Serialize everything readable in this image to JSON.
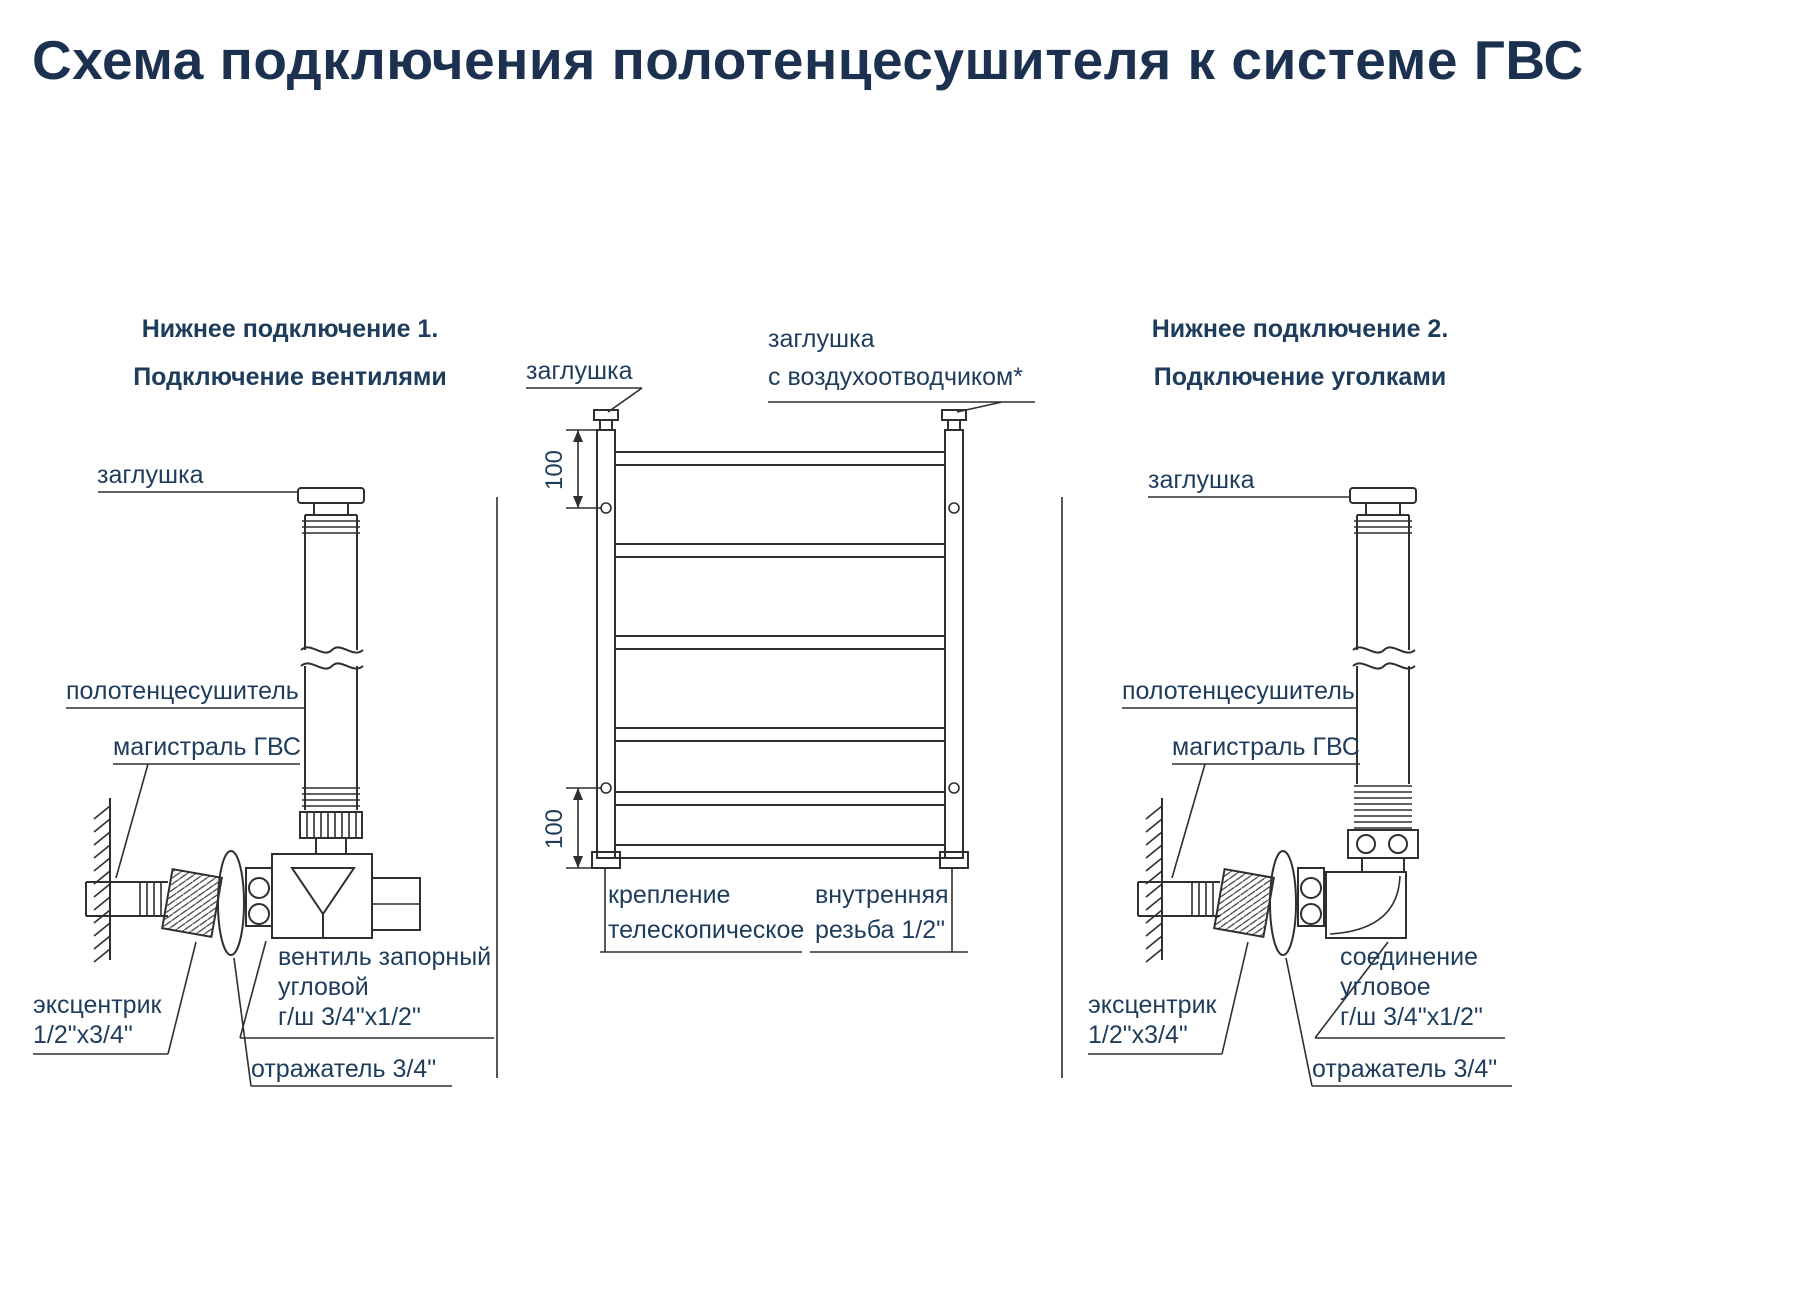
{
  "title": "Схема подключения полотенцесушителя к системе ГВС",
  "colors": {
    "title_text": "#1c3150",
    "label_text": "#1e3d5c",
    "line": "#2f2f2f"
  },
  "left_section": {
    "heading_line1": "Нижнее подключение 1.",
    "heading_line2": "Подключение вентилями",
    "label_plug": "заглушка",
    "label_towel_rail": "полотенцесушитель",
    "label_main": "магистраль ГВС",
    "label_eccentric_line1": "эксцентрик",
    "label_eccentric_line2": "1/2\"x3/4\"",
    "label_valve_line1": "вентиль запорный",
    "label_valve_line2": "угловой",
    "label_valve_line3": "г/ш 3/4\"x1/2\"",
    "label_reflector": "отражатель 3/4\""
  },
  "center_section": {
    "label_plug_left": "заглушка",
    "label_plug_right_line1": "заглушка",
    "label_plug_right_line2": "с воздухоотводчиком*",
    "dim_top": "100",
    "dim_bottom": "100",
    "label_mount_line1": "крепление",
    "label_mount_line2": "телескопическое",
    "label_thread_line1": "внутренняя",
    "label_thread_line2": "резьба 1/2\""
  },
  "right_section": {
    "heading_line1": "Нижнее подключение 2.",
    "heading_line2": "Подключение уголками",
    "label_plug": "заглушка",
    "label_towel_rail": "полотенцесушитель",
    "label_main": "магистраль ГВС",
    "label_eccentric_line1": "эксцентрик",
    "label_eccentric_line2": "1/2\"x3/4\"",
    "label_elbow_line1": "соединение",
    "label_elbow_line2": "угловое",
    "label_elbow_line3": "г/ш 3/4\"x1/2\"",
    "label_reflector": "отражатель 3/4\""
  }
}
